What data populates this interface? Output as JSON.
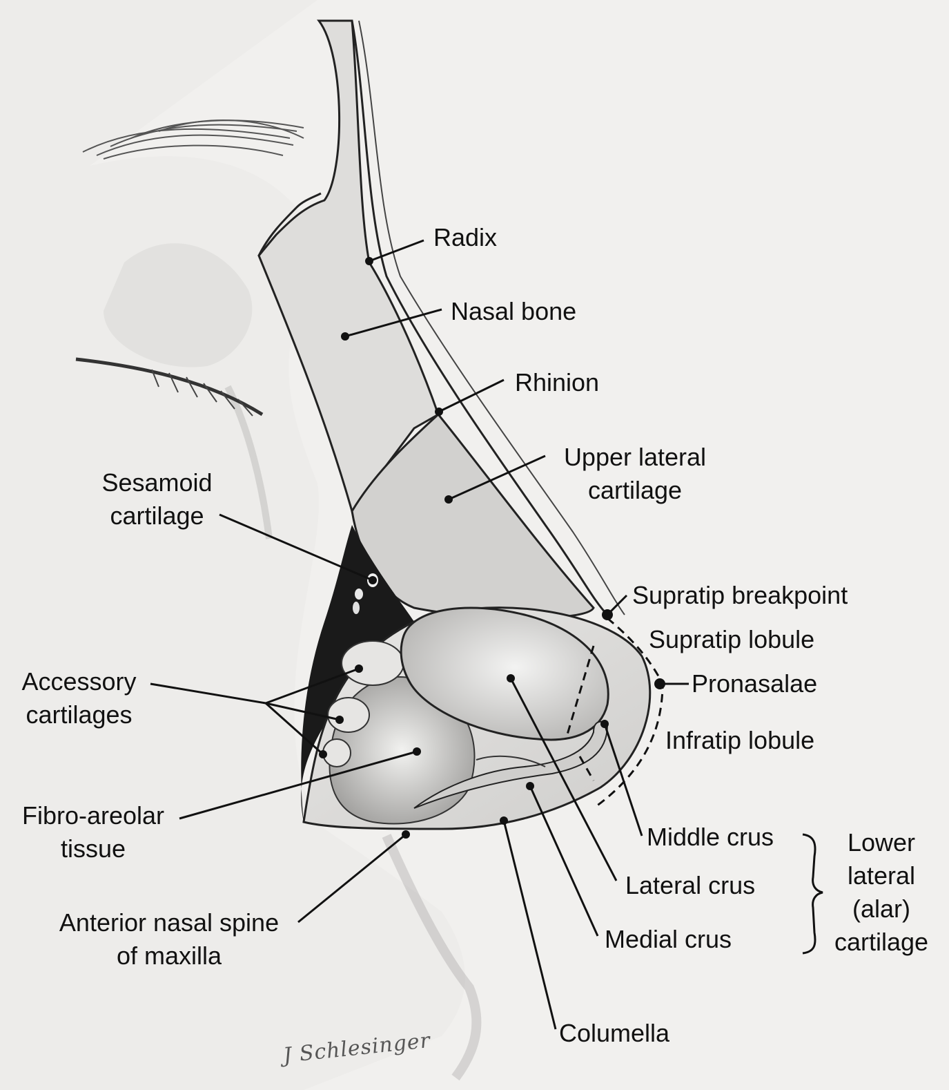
{
  "labels": {
    "radix": "Radix",
    "nasal_bone": "Nasal bone",
    "rhinion": "Rhinion",
    "upper_lateral_cartilage": [
      "Upper lateral",
      "cartilage"
    ],
    "sesamoid_cartilage": [
      "Sesamoid",
      "cartilage"
    ],
    "supratip_breakpoint": "Supratip breakpoint",
    "supratip_lobule": "Supratip lobule",
    "pronasalae": "Pronasalae",
    "infratip_lobule": "Infratip lobule",
    "accessory_cartilages": [
      "Accessory",
      "cartilages"
    ],
    "fibro_areolar_tissue": [
      "Fibro-areolar",
      "tissue"
    ],
    "middle_crus": "Middle crus",
    "lateral_crus": "Lateral crus",
    "medial_crus": "Medial crus",
    "lower_lateral_cartilage": [
      "Lower",
      "lateral",
      "(alar)",
      "cartilage"
    ],
    "anterior_nasal_spine": [
      "Anterior nasal spine",
      "of maxilla"
    ],
    "columella": "Columella"
  },
  "signature": "J Schlesinger"
}
